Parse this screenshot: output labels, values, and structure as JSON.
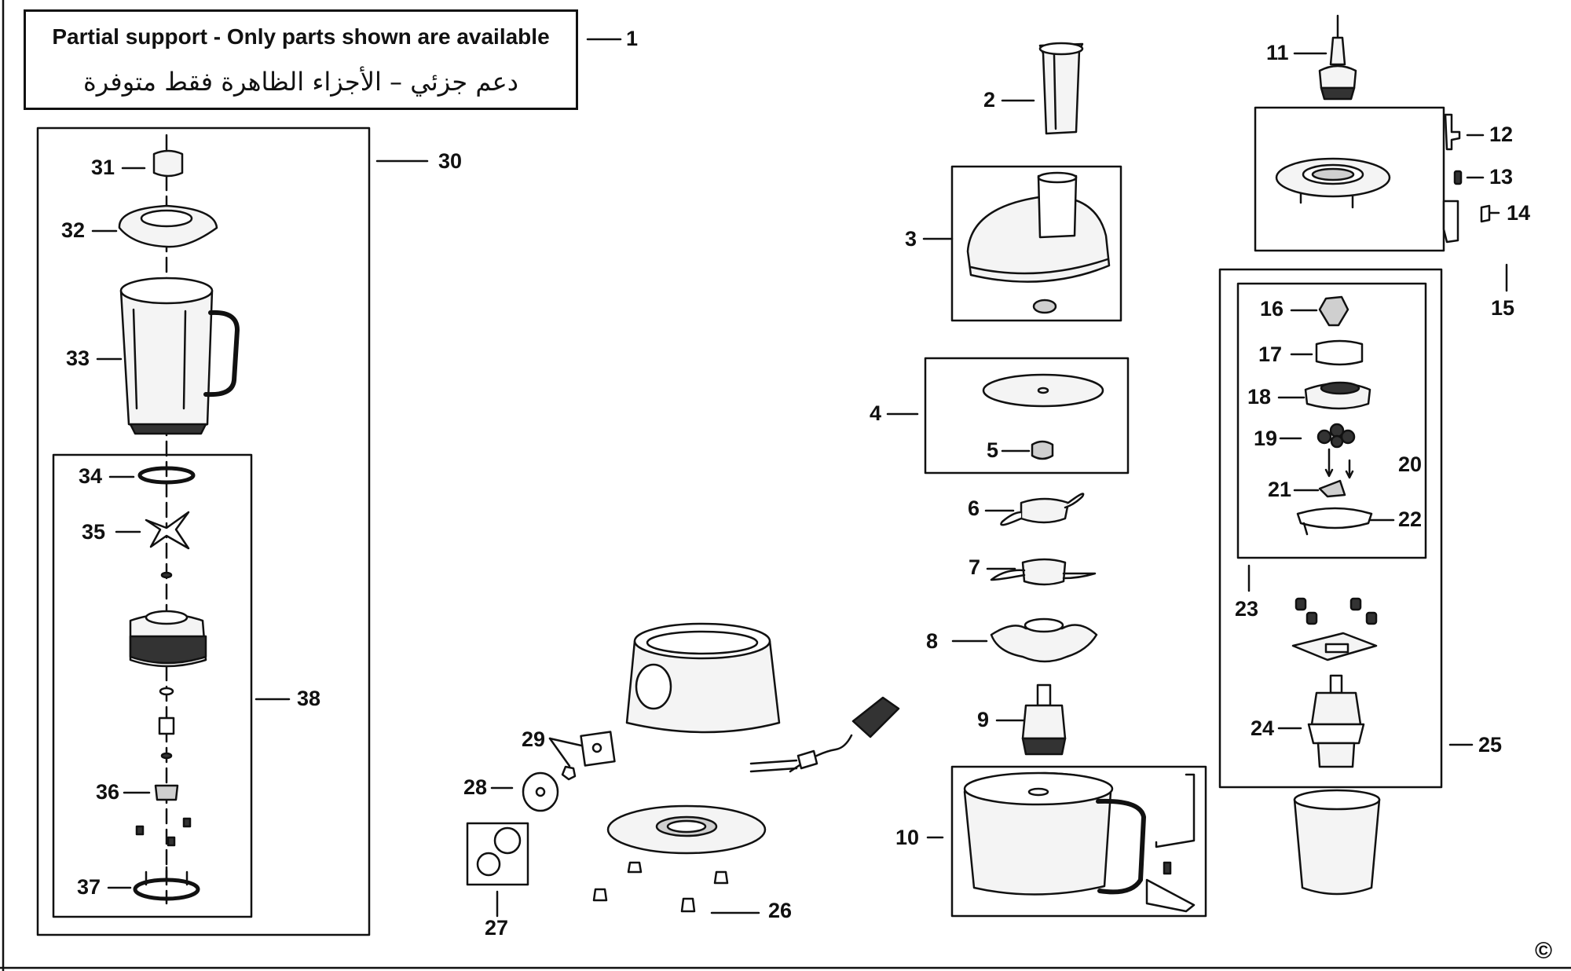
{
  "notice": {
    "english": "Partial support - Only parts shown are available",
    "arabic": "دعم جزئي – الأجزاء الظاهرة فقط متوفرة",
    "ref": "1"
  },
  "parts": {
    "p2": "2",
    "p3": "3",
    "p4": "4",
    "p5": "5",
    "p6": "6",
    "p7": "7",
    "p8": "8",
    "p9": "9",
    "p10": "10",
    "p11": "11",
    "p12": "12",
    "p13": "13",
    "p14": "14",
    "p15": "15",
    "p16": "16",
    "p17": "17",
    "p18": "18",
    "p19": "19",
    "p20": "20",
    "p21": "21",
    "p22": "22",
    "p23": "23",
    "p24": "24",
    "p25": "25",
    "p26": "26",
    "p27": "27",
    "p28": "28",
    "p29": "29",
    "p30": "30",
    "p31": "31",
    "p32": "32",
    "p33": "33",
    "p34": "34",
    "p35": "35",
    "p36": "36",
    "p37": "37",
    "p38": "38"
  },
  "copyright": "©",
  "colors": {
    "line": "#111111",
    "fill": "#f4f4f4",
    "shade": "#cfcfcf",
    "dark": "#333333"
  }
}
